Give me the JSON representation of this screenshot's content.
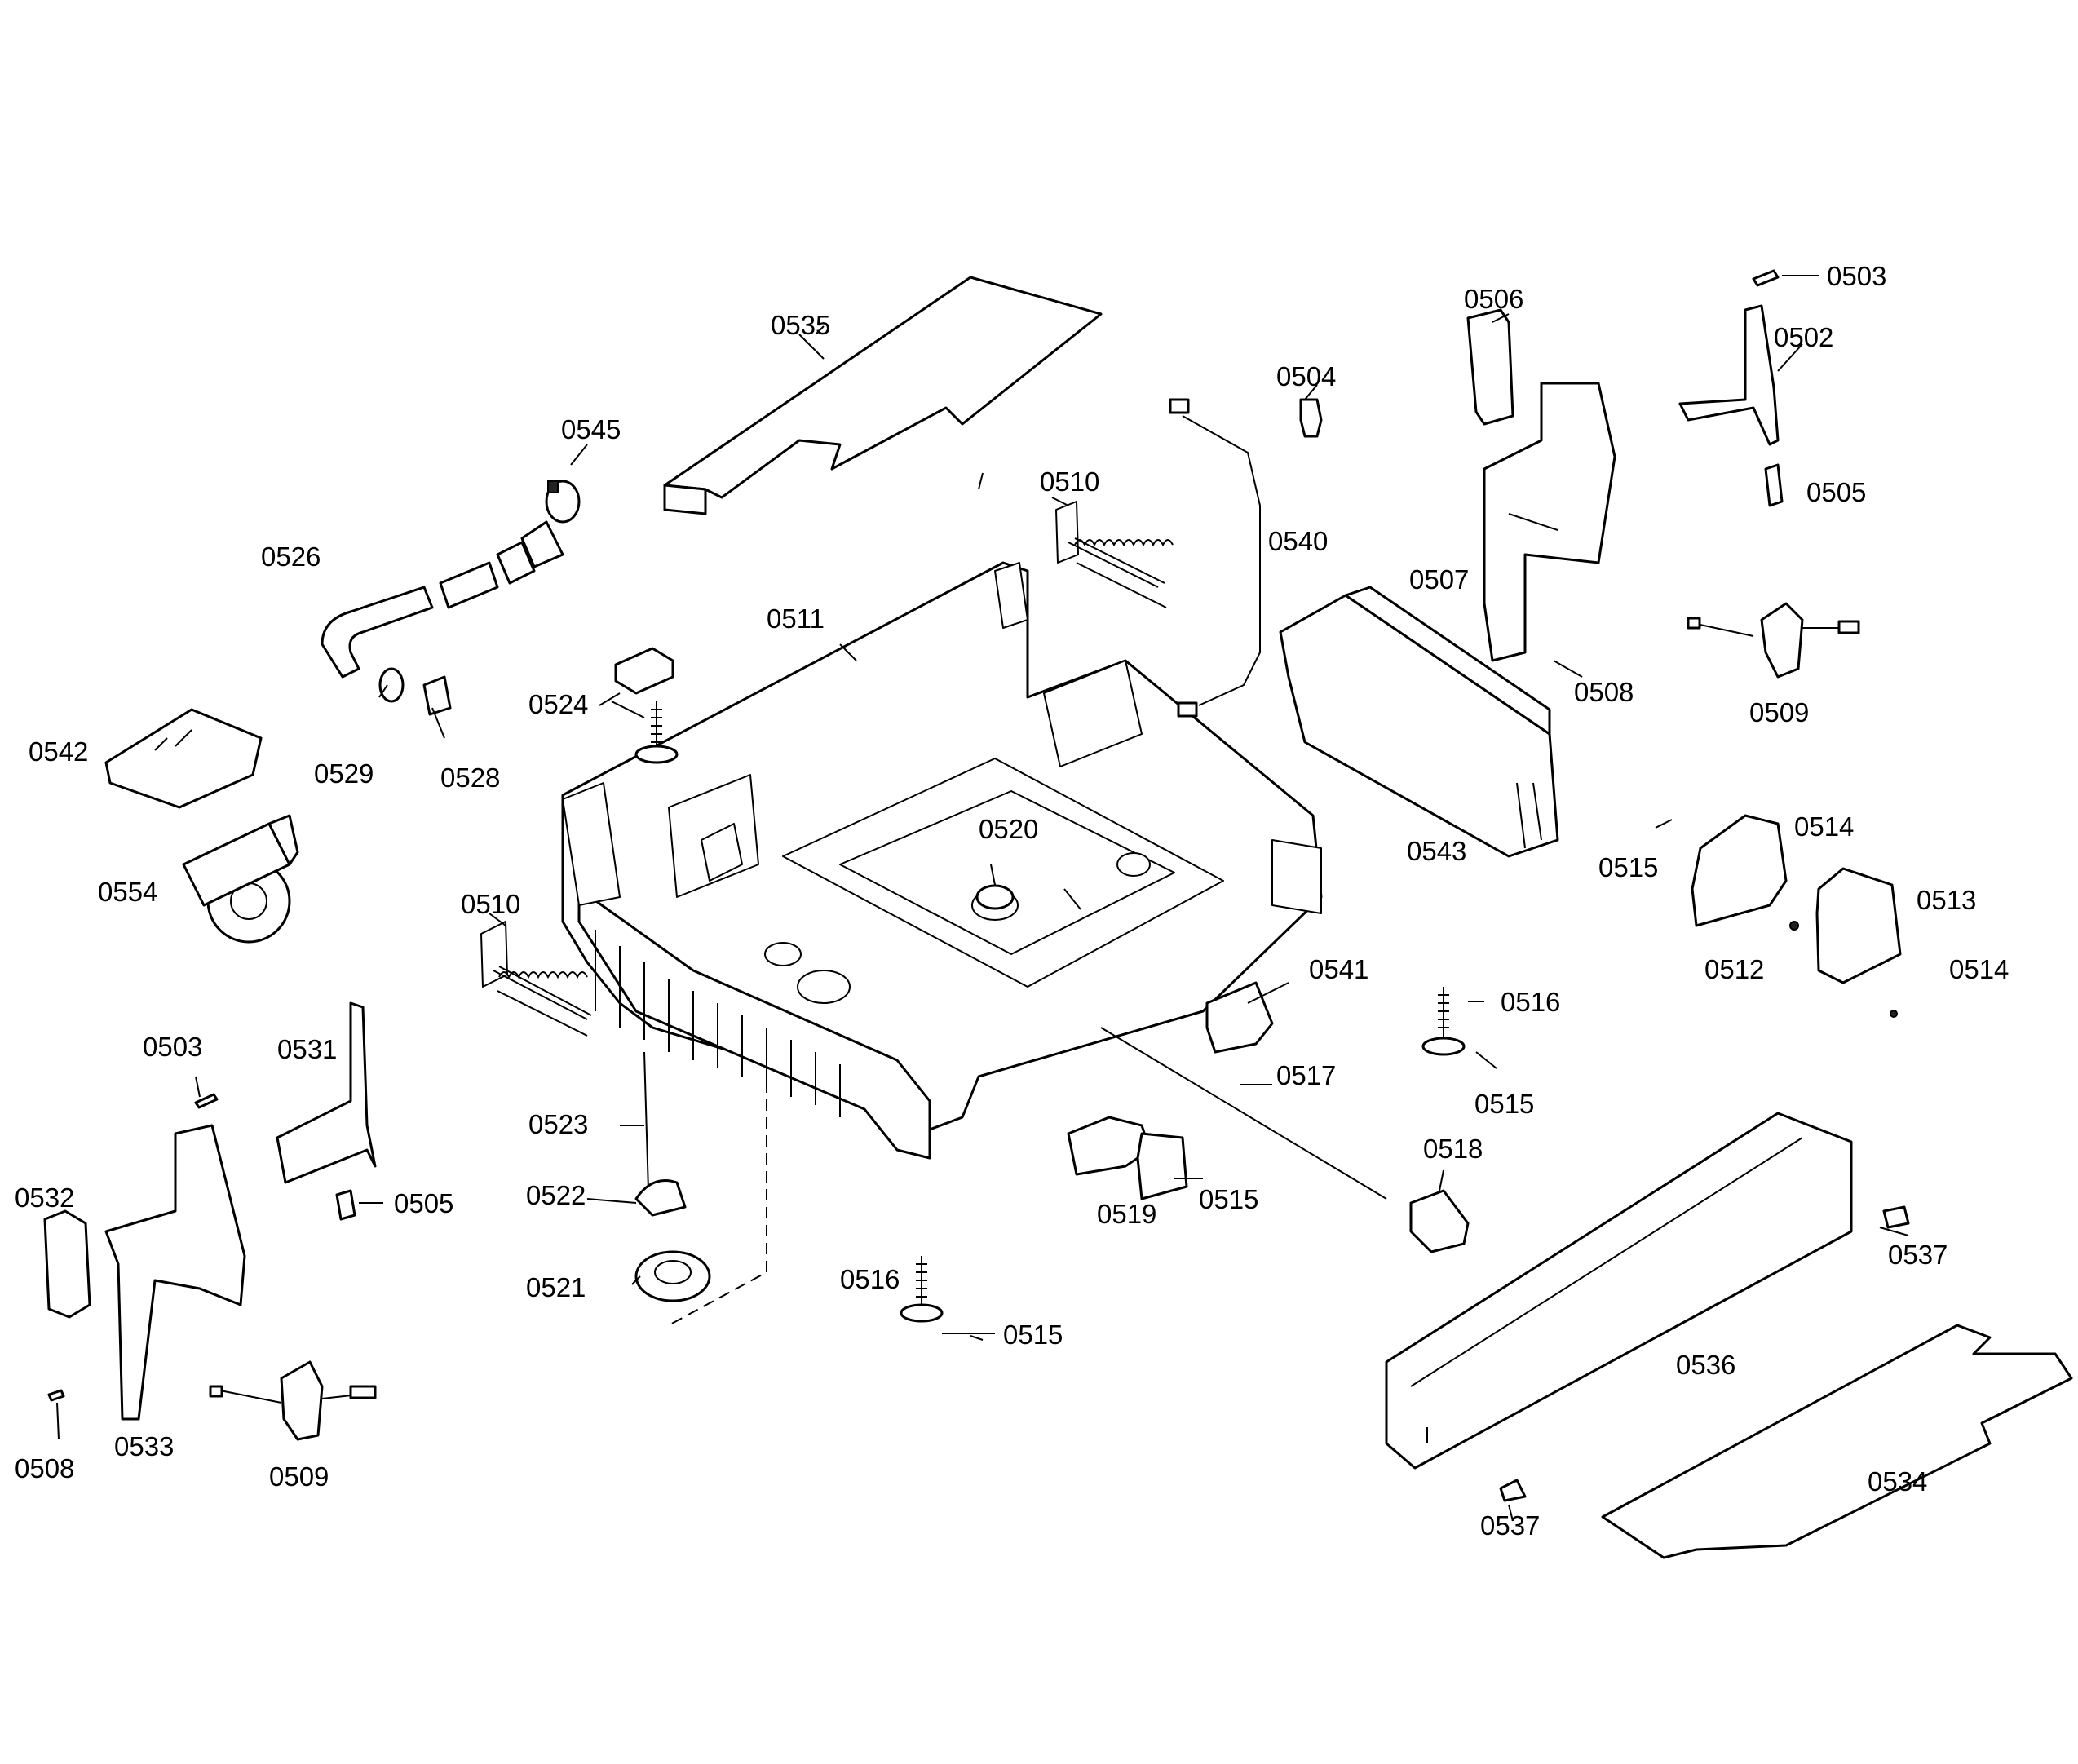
{
  "callouts": [
    {
      "id": "c0503a",
      "text": "0503"
    },
    {
      "id": "c0502",
      "text": "0502"
    },
    {
      "id": "c0506",
      "text": "0506"
    },
    {
      "id": "c0504",
      "text": "0504"
    },
    {
      "id": "c0535",
      "text": "0535"
    },
    {
      "id": "c0545",
      "text": "0545"
    },
    {
      "id": "c0526",
      "text": "0526"
    },
    {
      "id": "c0510a",
      "text": "0510"
    },
    {
      "id": "c0511",
      "text": "0511"
    },
    {
      "id": "c0540",
      "text": "0540"
    },
    {
      "id": "c0507",
      "text": "0507"
    },
    {
      "id": "c0505a",
      "text": "0505"
    },
    {
      "id": "c0508a",
      "text": "0508"
    },
    {
      "id": "c0509a",
      "text": "0509"
    },
    {
      "id": "c0524",
      "text": "0524"
    },
    {
      "id": "c0529",
      "text": "0529"
    },
    {
      "id": "c0528",
      "text": "0528"
    },
    {
      "id": "c0542",
      "text": "0542"
    },
    {
      "id": "c0543",
      "text": "0543"
    },
    {
      "id": "c0515a",
      "text": "0515"
    },
    {
      "id": "c0514a",
      "text": "0514"
    },
    {
      "id": "c0513",
      "text": "0513"
    },
    {
      "id": "c0512",
      "text": "0512"
    },
    {
      "id": "c0514b",
      "text": "0514"
    },
    {
      "id": "c0520",
      "text": "0520"
    },
    {
      "id": "c0554",
      "text": "0554"
    },
    {
      "id": "c0510b",
      "text": "0510"
    },
    {
      "id": "c0541",
      "text": "0541"
    },
    {
      "id": "c0516a",
      "text": "0516"
    },
    {
      "id": "c0503b",
      "text": "0503"
    },
    {
      "id": "c0531",
      "text": "0531"
    },
    {
      "id": "c0517",
      "text": "0517"
    },
    {
      "id": "c0515b",
      "text": "0515"
    },
    {
      "id": "c0523",
      "text": "0523"
    },
    {
      "id": "c0518",
      "text": "0518"
    },
    {
      "id": "c0505b",
      "text": "0505"
    },
    {
      "id": "c0522",
      "text": "0522"
    },
    {
      "id": "c0519",
      "text": "0519"
    },
    {
      "id": "c0515c",
      "text": "0515"
    },
    {
      "id": "c0532",
      "text": "0532"
    },
    {
      "id": "c0537a",
      "text": "0537"
    },
    {
      "id": "c0521",
      "text": "0521"
    },
    {
      "id": "c0516b",
      "text": "0516"
    },
    {
      "id": "c0515d",
      "text": "0515"
    },
    {
      "id": "c0536",
      "text": "0536"
    },
    {
      "id": "c0508b",
      "text": "0508"
    },
    {
      "id": "c0533",
      "text": "0533"
    },
    {
      "id": "c0509b",
      "text": "0509"
    },
    {
      "id": "c0537b",
      "text": "0537"
    },
    {
      "id": "c0534",
      "text": "0534"
    }
  ]
}
